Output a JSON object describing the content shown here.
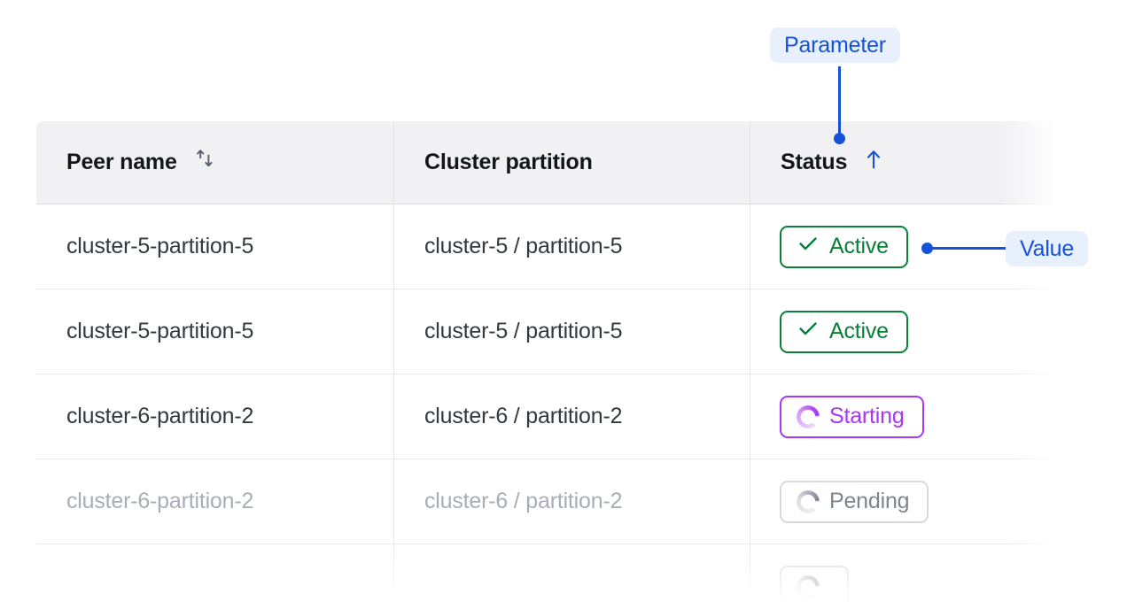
{
  "table": {
    "columns": [
      {
        "key": "peer_name",
        "label": "Peer name",
        "sort_icon": "sort-updown-icon",
        "sort_state": "none"
      },
      {
        "key": "cluster_partition",
        "label": "Cluster partition",
        "sort_icon": null,
        "sort_state": "none"
      },
      {
        "key": "status",
        "label": "Status",
        "sort_icon": "arrow-up-icon",
        "sort_state": "ascending"
      }
    ],
    "rows": [
      {
        "peer_name": "cluster-5-partition-5",
        "cluster_partition": "cluster-5 / partition-5",
        "status": {
          "label": "Active",
          "variant": "active",
          "icon": "check-icon"
        },
        "dimmed": false
      },
      {
        "peer_name": "cluster-5-partition-5",
        "cluster_partition": "cluster-5 / partition-5",
        "status": {
          "label": "Active",
          "variant": "active",
          "icon": "check-icon"
        },
        "dimmed": false
      },
      {
        "peer_name": "cluster-6-partition-2",
        "cluster_partition": "cluster-6 / partition-2",
        "status": {
          "label": "Starting",
          "variant": "starting",
          "icon": "spinner-icon"
        },
        "dimmed": false
      },
      {
        "peer_name": "cluster-6-partition-2",
        "cluster_partition": "cluster-6 / partition-2",
        "status": {
          "label": "Pending",
          "variant": "pending",
          "icon": "spinner-icon"
        },
        "dimmed": true
      },
      {
        "peer_name": "",
        "cluster_partition": "",
        "status": {
          "label": "",
          "variant": "pending",
          "icon": "spinner-icon"
        },
        "dimmed": true
      }
    ]
  },
  "annotations": {
    "parameter": {
      "label": "Parameter",
      "target": "status-column-header"
    },
    "value": {
      "label": "Value",
      "target": "status-badge-row-1"
    }
  },
  "colors": {
    "accent_blue": "#1552d8",
    "callout_background": "#e8f0fe",
    "status_active": "#088038",
    "status_starting": "#a936f5",
    "status_pending": "#80848e",
    "header_background": "#f1f1f4",
    "border": "#e3e3e8",
    "text_primary": "#343840",
    "text_muted": "#a9adb6"
  }
}
